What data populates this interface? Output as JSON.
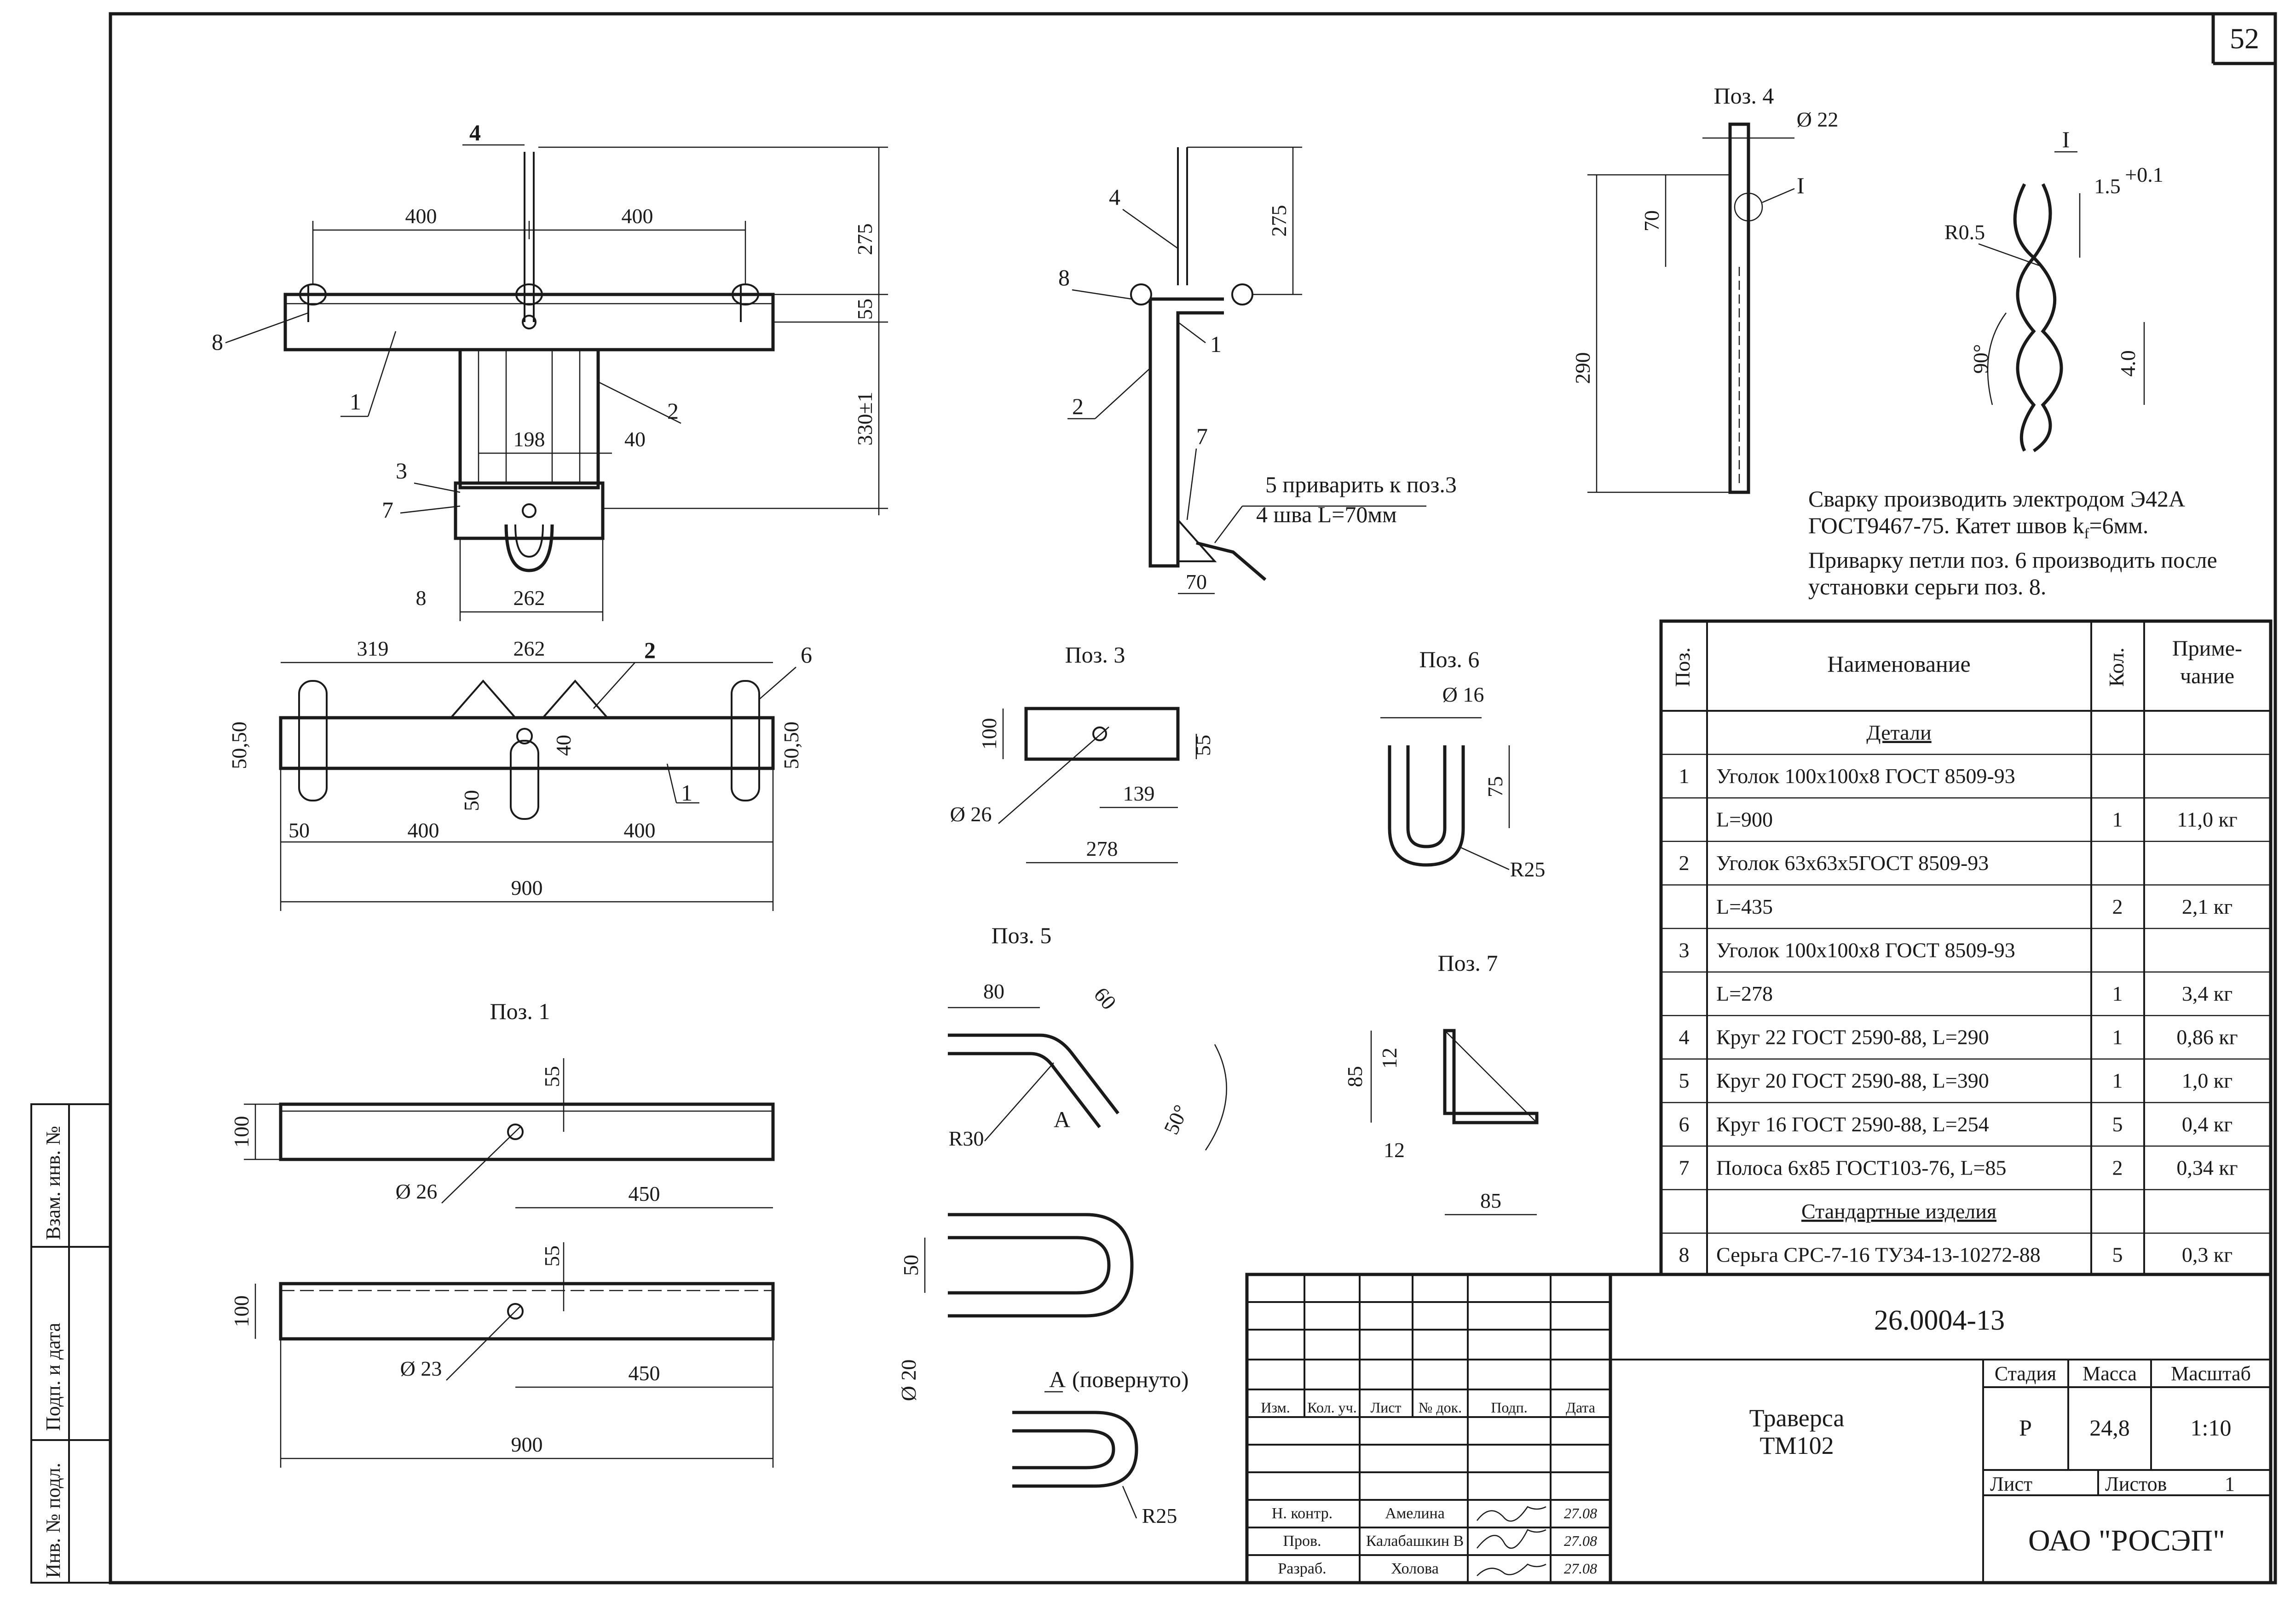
{
  "page_number": "52",
  "notes": [
    "Сварку производить электродом Э42А",
    "ГОСТ9467-75. Катет швов k",
    "f",
    "=6мм.",
    "Приварку петли поз. 6 производить после",
    "установки серьги поз. 8."
  ],
  "views": {
    "poz1": "Поз. 1",
    "poz3": "Поз. 3",
    "poz4": "Поз. 4",
    "poz5": "Поз. 5",
    "poz6": "Поз. 6",
    "poz7": "Поз. 7",
    "detail_I": "I",
    "view_A": "А",
    "view_A_note": "(повернуто)"
  },
  "callouts": {
    "weld_note_1": "5 приварить к поз.3",
    "weld_note_2": "4 шва L=70мм",
    "section_A": "А"
  },
  "dimensions": {
    "front": [
      "4",
      "400",
      "400",
      "275",
      "55",
      "330±1",
      "198",
      "40",
      "262",
      "8",
      "1",
      "2",
      "3",
      "7",
      "8"
    ],
    "side": [
      "4",
      "275",
      "8",
      "1",
      "2",
      "7",
      "70"
    ],
    "top": [
      "319",
      "262",
      "2",
      "6",
      "50,50",
      "50,50",
      "40",
      "50",
      "400",
      "400",
      "50",
      "1",
      "900"
    ],
    "poz1a": [
      "100",
      "55",
      "Ø 26",
      "450"
    ],
    "poz1b": [
      "100",
      "55",
      "Ø 23",
      "450",
      "900"
    ],
    "poz3": [
      "100",
      "55",
      "Ø 26",
      "139",
      "278"
    ],
    "poz4": [
      "Ø 22",
      "70",
      "290",
      "I"
    ],
    "detail": [
      "1.5",
      "+0.1",
      "R0.5",
      "90°",
      "4.0"
    ],
    "poz5": [
      "80",
      "60",
      "R30",
      "А",
      "50°",
      "50",
      "Ø 20"
    ],
    "poz6": [
      "Ø 16",
      "75",
      "R25"
    ],
    "poz7": [
      "85",
      "12",
      "12",
      "85"
    ],
    "viewA": [
      "R25"
    ]
  },
  "spec_table": {
    "headers": [
      "Поз.",
      "Наименование",
      "Кол.",
      "Приме-",
      "чание"
    ],
    "rows": [
      {
        "pos": "",
        "name": "Детали",
        "qty": "",
        "note": "",
        "section": true
      },
      {
        "pos": "1",
        "name": "Уголок 100x100x8 ГОСТ 8509-93",
        "qty": "",
        "note": ""
      },
      {
        "pos": "",
        "name": "L=900",
        "qty": "1",
        "note": "11,0 кг"
      },
      {
        "pos": "2",
        "name": "Уголок 63x63x5ГОСТ 8509-93",
        "qty": "",
        "note": ""
      },
      {
        "pos": "",
        "name": "L=435",
        "qty": "2",
        "note": "2,1 кг"
      },
      {
        "pos": "3",
        "name": "Уголок 100x100x8 ГОСТ 8509-93",
        "qty": "",
        "note": ""
      },
      {
        "pos": "",
        "name": "L=278",
        "qty": "1",
        "note": "3,4 кг"
      },
      {
        "pos": "4",
        "name": "Круг 22 ГОСТ 2590-88, L=290",
        "qty": "1",
        "note": "0,86 кг"
      },
      {
        "pos": "5",
        "name": "Круг 20 ГОСТ 2590-88, L=390",
        "qty": "1",
        "note": "1,0 кг"
      },
      {
        "pos": "6",
        "name": "Круг 16 ГОСТ 2590-88, L=254",
        "qty": "5",
        "note": "0,4 кг"
      },
      {
        "pos": "7",
        "name": "Полоса 6x85 ГОСТ103-76, L=85",
        "qty": "2",
        "note": "0,34 кг"
      },
      {
        "pos": "",
        "name": "Стандартные изделия",
        "qty": "",
        "note": "",
        "section": true
      },
      {
        "pos": "8",
        "name": "Серьга СРС-7-16 ТУ34-13-10272-88",
        "qty": "5",
        "note": "0,3 кг"
      }
    ]
  },
  "title_block": {
    "doc_number": "26.0004-13",
    "title_line1": "Траверса",
    "title_line2": "ТМ102",
    "stage_label": "Стадия",
    "mass_label": "Масса",
    "scale_label": "Масштаб",
    "stage": "Р",
    "mass": "24,8",
    "scale": "1:10",
    "sheet_label": "Лист",
    "sheets_label": "Листов",
    "sheets": "1",
    "company": "ОАО \"РОСЭП\"",
    "rev_headers": [
      "Изм.",
      "Кол. уч.",
      "Лист",
      "№ док.",
      "Подп.",
      "Дата"
    ],
    "signers": [
      {
        "role": "Н. контр.",
        "name": "Амелина",
        "date": "27.08"
      },
      {
        "role": "Пров.",
        "name": "Калабашкин В",
        "date": "27.08"
      },
      {
        "role": "Разраб.",
        "name": "Холова",
        "date": "27.08"
      }
    ]
  },
  "side_stamp": [
    "Взам. инв. №",
    "Подп. и дата",
    "Инв. № подл."
  ]
}
